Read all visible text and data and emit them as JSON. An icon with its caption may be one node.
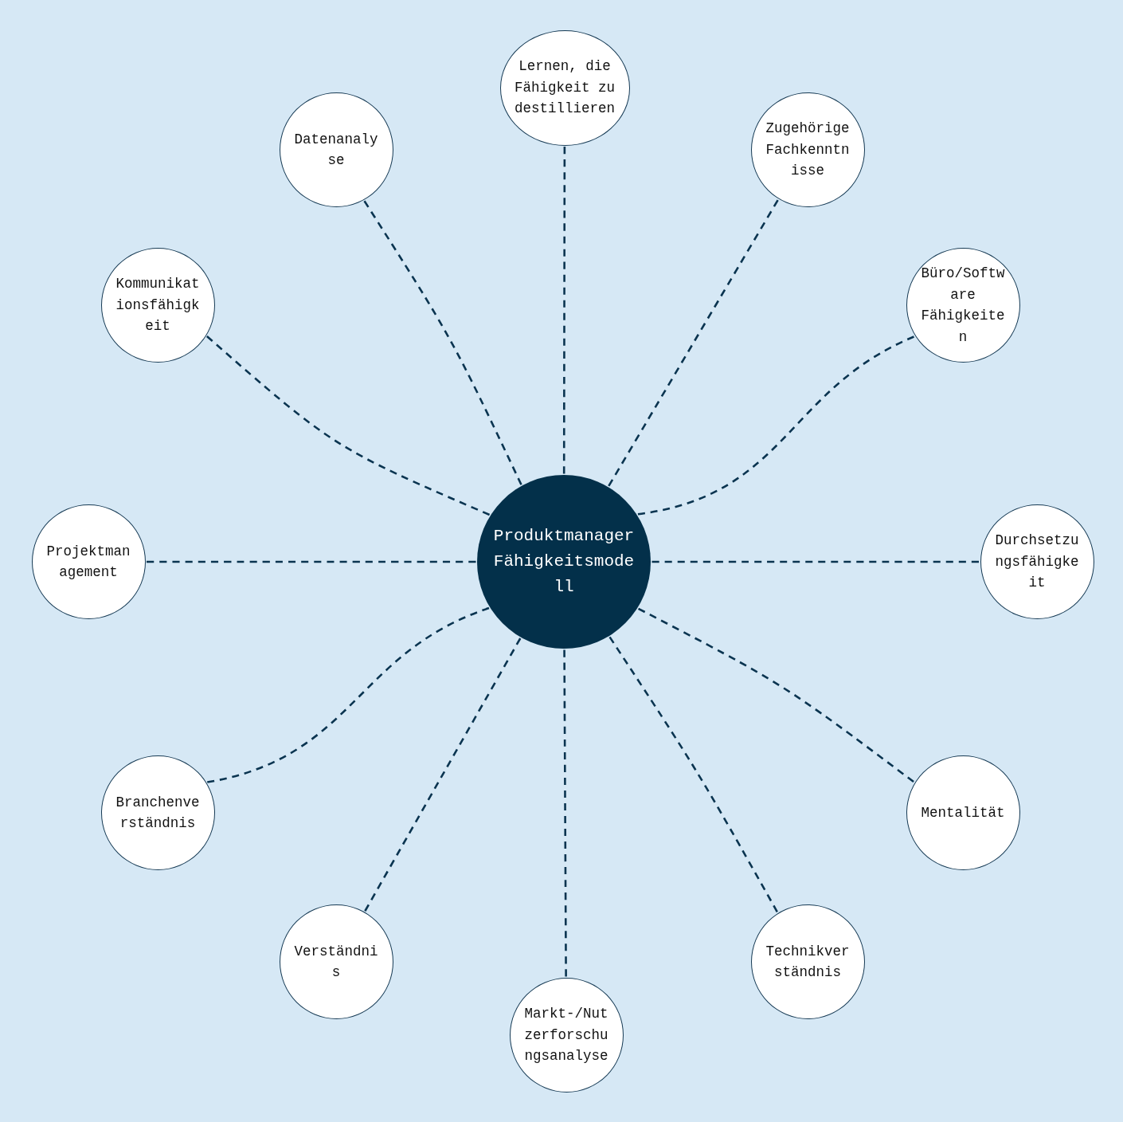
{
  "diagram": {
    "nodes": [
      {
        "text": [
          "Produktmanager Fähigkeitsmodell"
        ]
      },
      {
        "text": [
          "Lernen, die Fähigkeit zu destillieren"
        ]
      },
      {
        "text": [
          "Zugehörige Fachkenntnisse"
        ]
      },
      {
        "text": [
          "Büro/Software Fähigkeiten"
        ]
      },
      {
        "text": [
          "Durchsetzungsfähigkeit"
        ]
      },
      {
        "text": [
          "Mentalität"
        ]
      },
      {
        "text": [
          "Technikverständnis"
        ]
      },
      {
        "text": [
          "Markt-/Nutzerforschungsanalyse"
        ]
      },
      {
        "text": [
          "Verständnis"
        ]
      },
      {
        "text": [
          "Branchenverständnis"
        ]
      },
      {
        "text": [
          "Projektmanagement"
        ]
      },
      {
        "text": [
          "Kommunikationsfähigkeit"
        ]
      },
      {
        "text": [
          "Datenanalyse"
        ]
      }
    ],
    "edges": [
      {
        "from": 0,
        "to": 1,
        "arrow": "none",
        "style": "dashed"
      },
      {
        "from": 0,
        "to": 2,
        "arrow": "none",
        "style": "dashed"
      },
      {
        "from": 0,
        "to": 3,
        "arrow": "none",
        "style": "dashed"
      },
      {
        "from": 0,
        "to": 4,
        "arrow": "none",
        "style": "dashed"
      },
      {
        "from": 0,
        "to": 5,
        "arrow": "none",
        "style": "dashed"
      },
      {
        "from": 0,
        "to": 6,
        "arrow": "none",
        "style": "dashed"
      },
      {
        "from": 0,
        "to": 7,
        "arrow": "none",
        "style": "dashed"
      },
      {
        "from": 0,
        "to": 8,
        "arrow": "none",
        "style": "dashed"
      },
      {
        "from": 0,
        "to": 9,
        "arrow": "none",
        "style": "dashed"
      },
      {
        "from": 0,
        "to": 10,
        "arrow": "none",
        "style": "dashed"
      },
      {
        "from": 0,
        "to": 11,
        "arrow": "none",
        "style": "dashed"
      },
      {
        "from": 0,
        "to": 12,
        "arrow": "none",
        "style": "dashed"
      }
    ]
  }
}
